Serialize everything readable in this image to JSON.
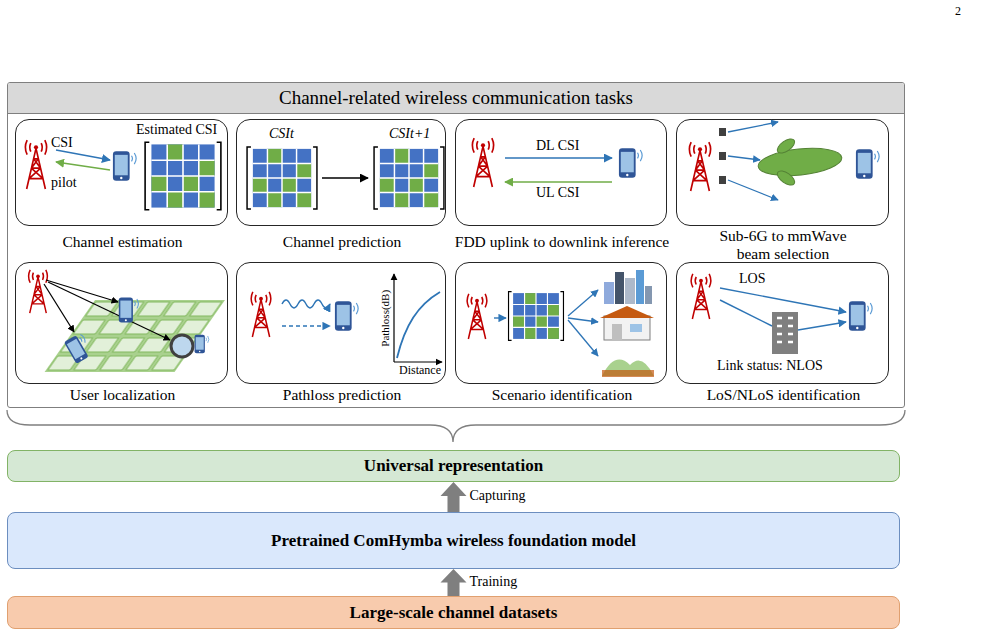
{
  "diagram": {
    "nodes": [
      {
        "text": [
          "Channel-related wireless communication tasks"
        ]
      },
      {
        "text": [
          "Channel estimation",
          "CSI",
          "Estimated CSI",
          "pilot"
        ],
        "in": 0
      },
      {
        "text": [
          "Channel prediction",
          "CSIt",
          "CSIt+1"
        ],
        "in": 0
      },
      {
        "text": [
          "FDD uplink to downlink inference",
          "DL CSI",
          "UL CSI"
        ],
        "in": 0
      },
      {
        "text": [
          "Sub-6G to mmWave beam selection"
        ],
        "in": 0
      },
      {
        "text": [
          "User localization"
        ],
        "in": 0
      },
      {
        "text": [
          "Pathloss prediction",
          "Pathloss(dB)",
          "Distance"
        ],
        "in": 0
      },
      {
        "text": [
          "Scenario identification"
        ],
        "in": 0
      },
      {
        "text": [
          "LoS/NLoS identification",
          "LOS",
          "Link status: NLOS"
        ],
        "in": 0
      },
      {
        "text": [
          "Universal representation"
        ]
      },
      {
        "text": [
          "Pretrained ComHymba wireless foundation model"
        ]
      },
      {
        "text": [
          "Large-scale channel datasets"
        ]
      }
    ],
    "edges": [
      {
        "from": 11,
        "to": 10,
        "arrow": "to",
        "label": "Training"
      },
      {
        "from": 10,
        "to": 9,
        "arrow": "to",
        "label": "Capturing"
      }
    ],
    "labels": [
      "2"
    ]
  }
}
